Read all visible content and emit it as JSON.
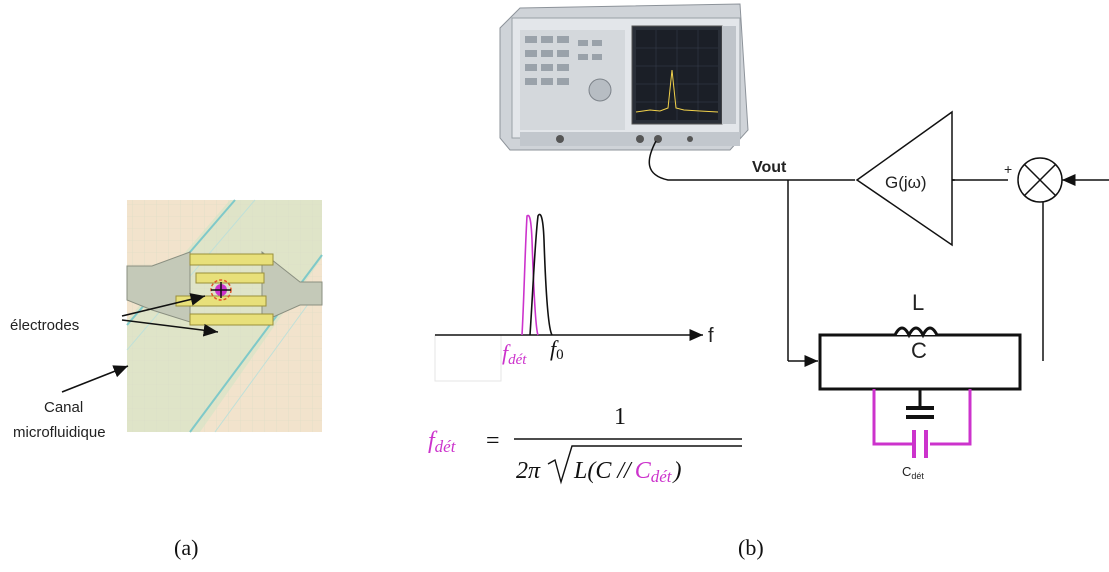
{
  "panel_a": {
    "label_electrodes": "électrodes",
    "label_canal_line1": "Canal",
    "label_canal_line2": "microfluidique",
    "caption": "(a)"
  },
  "panel_b": {
    "caption": "(b)",
    "vout_label": "Vout",
    "gain_label": "G(jω)",
    "plus_sign": "+",
    "inductor_label": "L",
    "capacitor_label": "C",
    "cdet_label": {
      "base": "C",
      "sub": "dét"
    },
    "spectrum": {
      "axis_label": "f",
      "fdet_label": {
        "base": "f",
        "sub": "dét"
      },
      "f0_label": {
        "base": "f",
        "sub": "0"
      }
    },
    "formula": {
      "lhs_base": "f",
      "lhs_sub": "dét",
      "equals": "=",
      "numerator": "1",
      "denominator_prefix": "2π",
      "radicand_start": "L(C //",
      "radicand_cdet_base": "C",
      "radicand_cdet_sub": "dét",
      "radicand_end": ")"
    }
  },
  "colors": {
    "accent_magenta": "#cc33cc",
    "chip_yellow": "#e8e07a",
    "circuit_black": "#111111"
  }
}
